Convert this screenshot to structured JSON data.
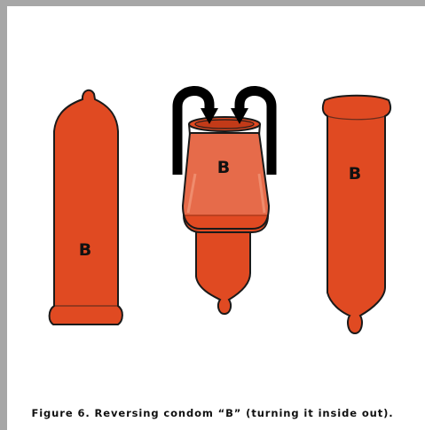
{
  "figure": {
    "caption": "Figure 6.  Reversing condom “B” (turning it inside out).",
    "label_left": "B",
    "label_middle": "B",
    "label_right": "B"
  },
  "colors": {
    "condom_fill": "#e04a22",
    "outline": "#1a1a1a",
    "arrow": "#000000",
    "background_frame": "#a7a7a7"
  },
  "icons": {
    "left": "condom-upright-icon",
    "middle": "condom-reversing-icon",
    "right": "condom-inverted-icon",
    "arrows": "curved-arrow-icon"
  }
}
